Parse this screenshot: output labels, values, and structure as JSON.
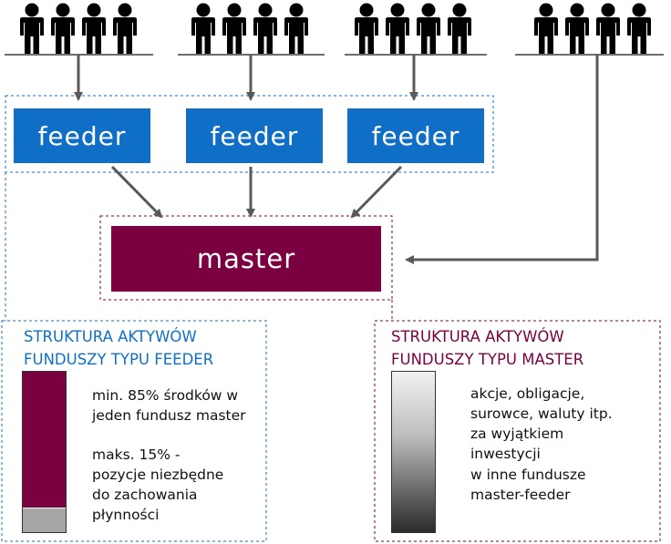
{
  "colors": {
    "feeder_blue": "#0f6fc6",
    "master_plum": "#7a0041",
    "arrow_gray": "#595959",
    "line_gray": "#6d6d6d",
    "liquidity_gray": "#a6a6a6",
    "text": "#111111"
  },
  "groups": [
    {
      "icon": "investor-group-icon",
      "people": 4
    },
    {
      "icon": "investor-group-icon",
      "people": 4
    },
    {
      "icon": "investor-group-icon",
      "people": 4
    },
    {
      "icon": "investor-group-icon",
      "people": 4
    }
  ],
  "feeders": [
    {
      "label": "feeder"
    },
    {
      "label": "feeder"
    },
    {
      "label": "feeder"
    }
  ],
  "master": {
    "label": "master"
  },
  "feeder_panel": {
    "title_line1": "STRUKTURA AKTYWÓW",
    "title_line2": "FUNDUSZY TYPU FEEDER",
    "bar_master_share": 0.85,
    "bar_liquidity_share": 0.15,
    "text1_line1": "min. 85% środków w",
    "text1_line2": "jeden fundusz master",
    "text2_line1": "maks. 15% -",
    "text2_line2": "pozycje niezbędne",
    "text2_line3": "do zachowania",
    "text2_line4": "płynności"
  },
  "master_panel": {
    "title_line1": "STRUKTURA AKTYWÓW",
    "title_line2": "FUNDUSZY TYPU MASTER",
    "text_line1": "akcje, obligacje,",
    "text_line2": "surowce, waluty itp.",
    "text_line3": "za wyjątkiem",
    "text_line4": "inwestycji",
    "text_line5": "w inne  fundusze",
    "text_line6": "master-feeder"
  }
}
